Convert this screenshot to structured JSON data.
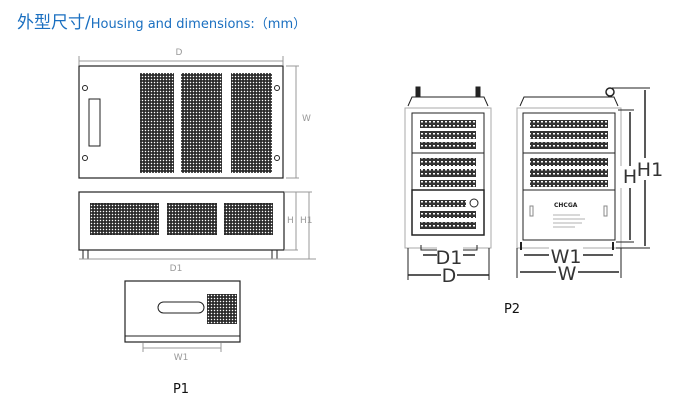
{
  "title": {
    "zh": "外型尺寸/",
    "en": "Housing and dimensions:（mm）"
  },
  "p1": {
    "caption": "P1",
    "labels": {
      "d": "D",
      "w": "W",
      "h": "H",
      "h1": "H1",
      "d1": "D1",
      "w1": "W1"
    }
  },
  "p2": {
    "caption": "P2",
    "labels": {
      "d1": "D1",
      "d": "D",
      "w1": "W1",
      "w": "W",
      "h": "H",
      "h1": "H1"
    },
    "brand": "CHCGA"
  },
  "colors": {
    "title": "#1a6fc0",
    "line": "#222222",
    "dim": "#999999"
  }
}
